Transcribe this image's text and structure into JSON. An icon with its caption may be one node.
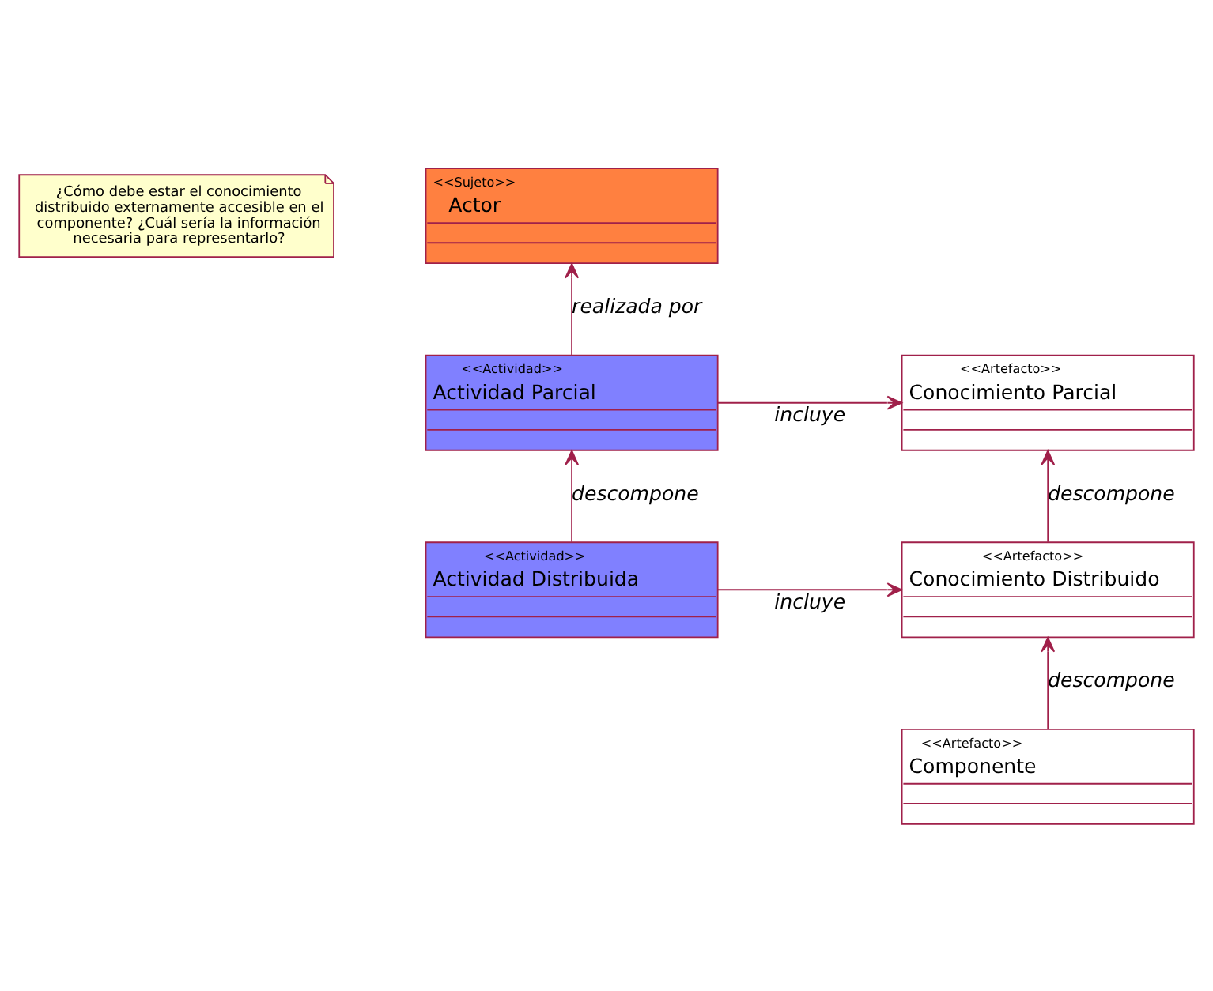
{
  "diagram": {
    "nodes": [
      {
        "text": [
          "¿Cómo debe estar el conocimiento distribuido externamente accesible en el componente? ¿Cuál sería la información necesaria para representarlo?"
        ]
      },
      {
        "text": [
          "<<Sujeto>>",
          "Actor"
        ]
      },
      {
        "text": [
          "<<Artefacto>>",
          "Conocimiento Parcial"
        ]
      },
      {
        "text": [
          "<<Actividad>>",
          "Actividad Parcial"
        ]
      },
      {
        "text": [
          "<<Artefacto>>",
          "Conocimiento Distribuido"
        ]
      },
      {
        "text": [
          "<<Actividad>>",
          "Actividad Distribuida"
        ]
      },
      {
        "text": [
          "<<Artefacto>>",
          "Componente"
        ]
      }
    ],
    "edges": [
      {
        "from": 3,
        "to": 1,
        "arrow": "to",
        "label": "realizada por"
      },
      {
        "from": 3,
        "to": 2,
        "arrow": "to",
        "label": "incluye"
      },
      {
        "from": 4,
        "to": 2,
        "arrow": "to",
        "label": "descompone"
      },
      {
        "from": 5,
        "to": 3,
        "arrow": "to",
        "label": "descompone"
      },
      {
        "from": 5,
        "to": 4,
        "arrow": "to",
        "label": "incluye"
      },
      {
        "from": 6,
        "to": 4,
        "arrow": "to",
        "label": "descompone"
      }
    ]
  }
}
